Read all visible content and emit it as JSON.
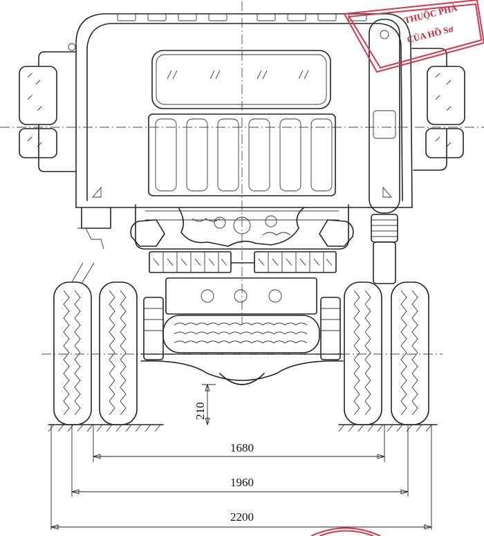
{
  "dimensions": {
    "ground_clearance": "210",
    "rear_track": "1680",
    "front_track": "1960",
    "overall_width": "2200"
  },
  "stamp": {
    "line1": "THUỘC PHẢ",
    "line2": "CỦA HỒ Sơ"
  },
  "colors": {
    "line": "#222222",
    "stamp": "#e0304a"
  }
}
